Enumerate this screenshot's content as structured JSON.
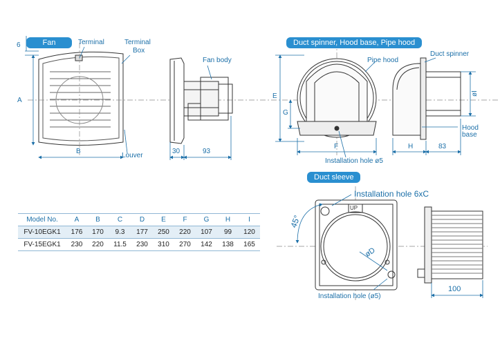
{
  "badges": {
    "fan": "Fan",
    "duct_spinner_group": "Duct spinner, Hood base, Pipe hood",
    "duct_sleeve": "Duct sleeve"
  },
  "labels": {
    "terminal": "Terminal",
    "terminal_box_1": "Terminal",
    "terminal_box_2": "Box",
    "fan_body": "Fan body",
    "louver": "Louver",
    "pipe_hood": "Pipe hood",
    "duct_spinner": "Duct spinner",
    "hood_base_1": "Hood",
    "hood_base_2": "base",
    "installation_hole_5": "Installation hole ø5",
    "installation_hole_6xc": "Installation hole 6xC",
    "installation_hole_bottom": "Installation hole (ø5)",
    "up_mark": "UP"
  },
  "dimensions": {
    "six": "6",
    "a": "A",
    "b": "B",
    "thirty": "30",
    "ninety_three": "93",
    "e": "E",
    "g": "G",
    "f": "F",
    "h": "H",
    "eighty_three": "83",
    "oi": "øI",
    "forty_five": "45°",
    "od": "øD",
    "hundred": "100"
  },
  "table": {
    "headers": [
      "Model No.",
      "A",
      "B",
      "C",
      "D",
      "E",
      "F",
      "G",
      "H",
      "I"
    ],
    "rows": [
      [
        "FV-10EGK1",
        "176",
        "170",
        "9.3",
        "177",
        "250",
        "220",
        "107",
        "99",
        "120"
      ],
      [
        "FV-15EGK1",
        "230",
        "220",
        "11.5",
        "230",
        "310",
        "270",
        "142",
        "138",
        "165"
      ]
    ]
  },
  "colors": {
    "accent": "#2a8fd0",
    "dimension_line": "#1b6fa8",
    "drawing_line": "#333333",
    "table_stripe": "#e3eef6"
  }
}
